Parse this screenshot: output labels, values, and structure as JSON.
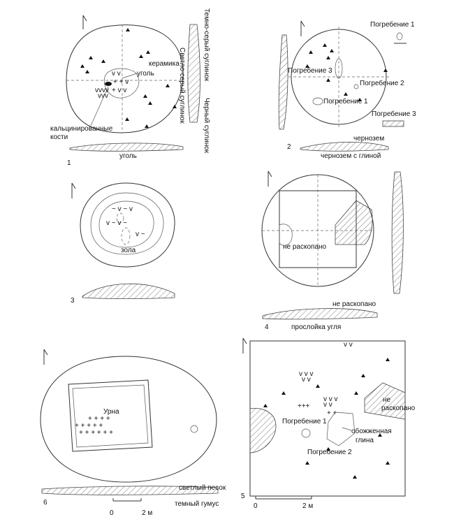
{
  "figures": [
    {
      "number": "1",
      "labels": {
        "ceramics": "керамика",
        "coal_plan": "уголь",
        "calcined_bones": [
          "кальцинированные",
          "кости"
        ],
        "coal_section": "уголь",
        "dark_gray_loam": "Темно-серый суглинок",
        "light_gray_loam": "Светло-серый суглинок",
        "black_loam": "Черный суглинок"
      }
    },
    {
      "number": "2",
      "labels": {
        "burial_1_top": "Погребение 1",
        "burial_3_left": "Погребение 3",
        "burial_2": "Погребение 2",
        "burial_1_mid": "Погребение 1",
        "burial_3_right": "Погребение 3",
        "chernozem": "чернозем",
        "chernozem_clay": "чернозем с глиной"
      }
    },
    {
      "number": "3",
      "labels": {
        "ash": "зола"
      }
    },
    {
      "number": "4",
      "labels": {
        "not_excavated_plan": "не раскопано",
        "not_excavated_section": "не раскопано",
        "coal_layer": "прослойка угля"
      }
    },
    {
      "number": "6",
      "labels": {
        "urn": "Урна",
        "light_sand": "светлый песок",
        "dark_humus": "темный гумус",
        "scale_zero": "0",
        "scale_len": "2 м"
      }
    },
    {
      "number": "5",
      "labels": {
        "not_excavated": [
          "не",
          "раскопано"
        ],
        "burial_1": "Погребение 1",
        "burnt_clay": [
          "обожженная",
          "глина"
        ],
        "burial_2": "Погребение 2",
        "scale_zero": "0",
        "scale_len": "2 м"
      }
    }
  ]
}
